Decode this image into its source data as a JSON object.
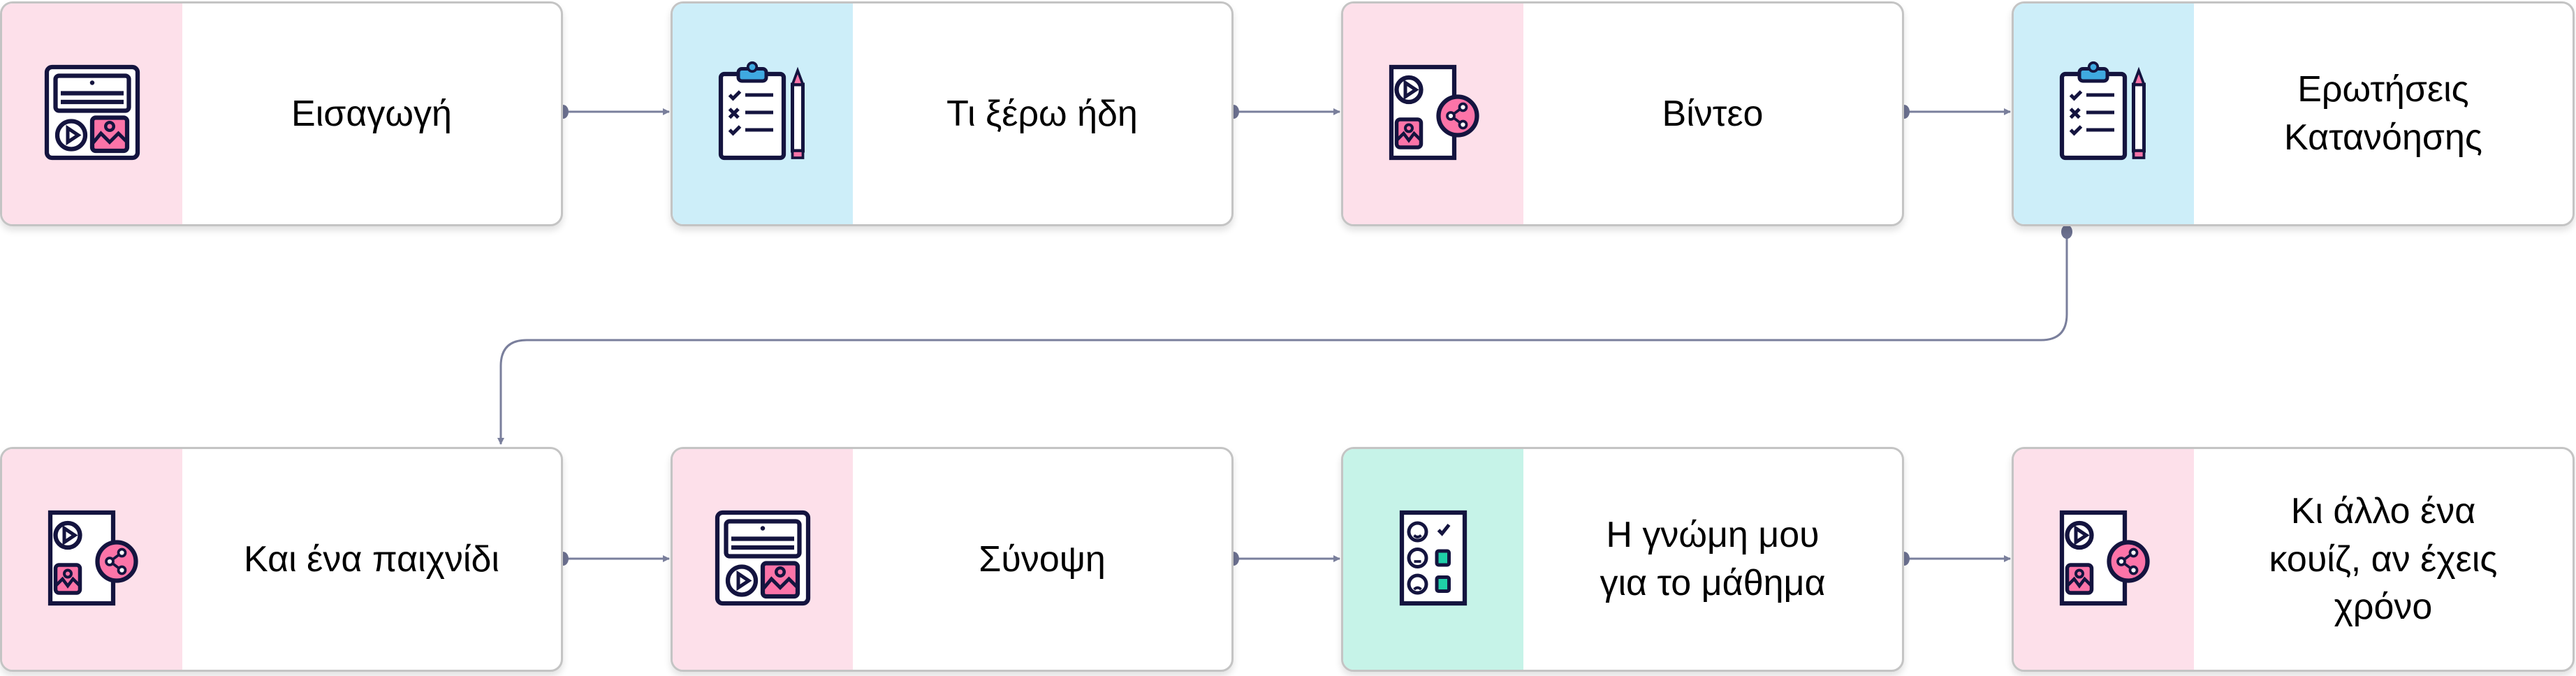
{
  "colors": {
    "pink": "#fde0ea",
    "blue": "#cdeef9",
    "mint": "#c6f3e8",
    "connector": "#7a7f9c",
    "ink": "#14143f",
    "accent_pink": "#fc74a8",
    "accent_teal": "#1fcfa8"
  },
  "steps": [
    {
      "label": "Εισαγωγή",
      "icon": "media-layout-icon",
      "panel": "pink"
    },
    {
      "label": "Τι ξέρω ήδη",
      "icon": "clipboard-checklist-icon",
      "panel": "blue"
    },
    {
      "label": "Βίντεο",
      "icon": "video-share-icon",
      "panel": "pink"
    },
    {
      "label": "Ερωτήσεις\nΚατανόησης",
      "icon": "clipboard-checklist-icon",
      "panel": "blue"
    },
    {
      "label": "Και ένα παιχνίδι",
      "icon": "video-share-icon",
      "panel": "pink"
    },
    {
      "label": "Σύνοψη",
      "icon": "media-layout-icon",
      "panel": "pink"
    },
    {
      "label": "Η γνώμη μου\nγια το μάθημα",
      "icon": "feedback-survey-icon",
      "panel": "mint"
    },
    {
      "label": "Κι άλλο ένα\nκουίζ, αν έχεις\nχρόνο",
      "icon": "video-share-icon",
      "panel": "pink"
    }
  ]
}
